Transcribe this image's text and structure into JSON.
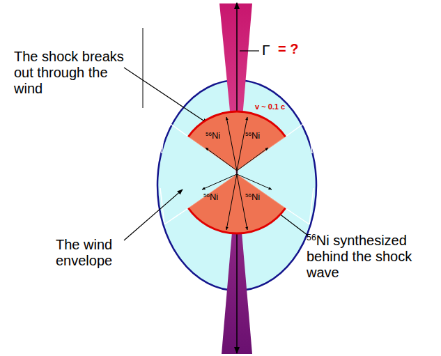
{
  "diagram": {
    "nodes": [
      {
        "text": [
          "56Ni",
          "56Ni"
        ]
      },
      {
        "text": [
          "56Ni",
          "56Ni"
        ]
      }
    ],
    "labels": [
      "Γ",
      "= ?",
      "v ~ 0.1 c",
      "The shock breaks out through the wind",
      "The wind envelope",
      "56Ni synthesized behind the shock wave"
    ]
  }
}
